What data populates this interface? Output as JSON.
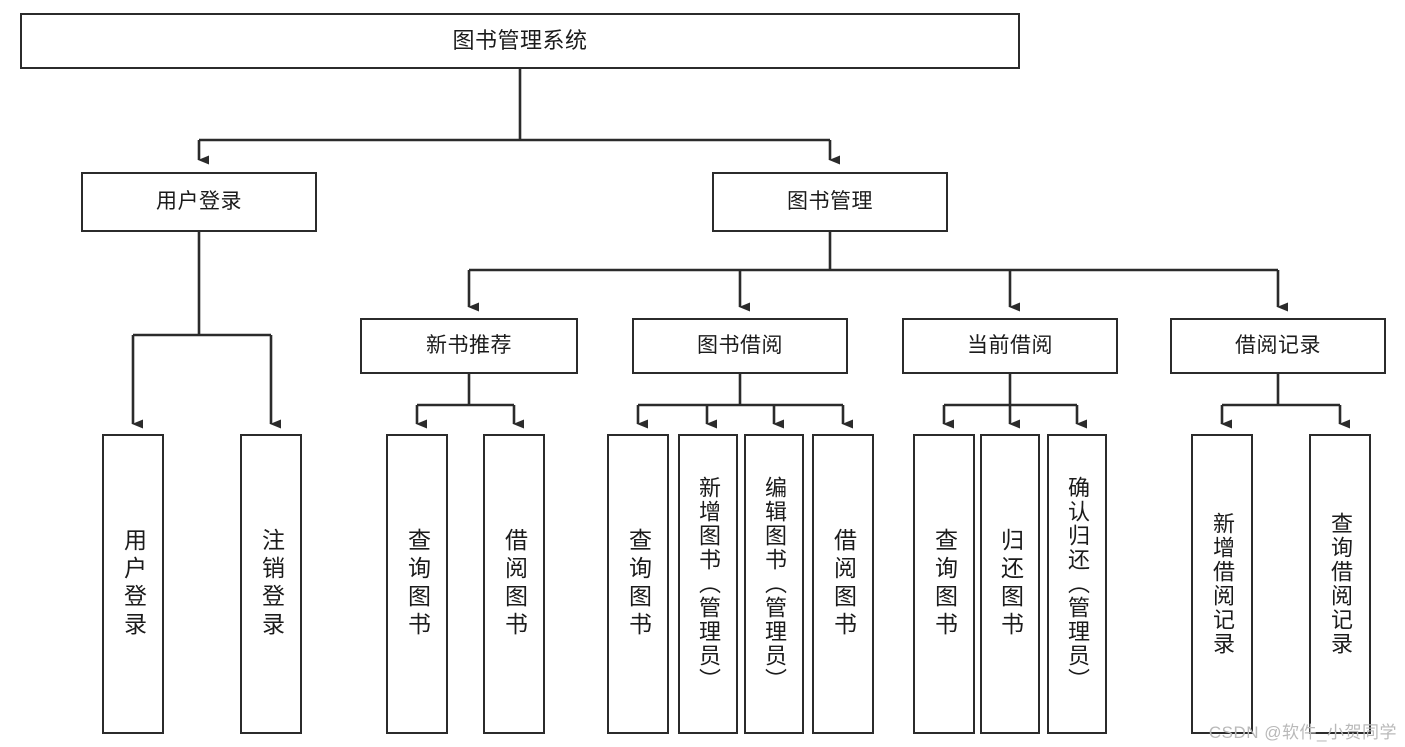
{
  "diagram": {
    "title": "图书管理系统",
    "type": "tree",
    "watermark": "CSDN @软件_小贺同学",
    "colors": {
      "background": "#ffffff",
      "box_border": "#2b2b2b",
      "box_fill": "#ffffff",
      "edge": "#2b2b2b",
      "text": "#1b1b1b",
      "watermark": "#b9b9b9"
    },
    "nodes": {
      "root": {
        "label": "图书管理系统"
      },
      "level1": [
        {
          "id": "user-login",
          "label": "用户登录"
        },
        {
          "id": "book-manage",
          "label": "图书管理"
        }
      ],
      "level2": [
        {
          "id": "new-book-rec",
          "label": "新书推荐"
        },
        {
          "id": "book-borrow",
          "label": "图书借阅"
        },
        {
          "id": "current-borrow",
          "label": "当前借阅"
        },
        {
          "id": "borrow-record",
          "label": "借阅记录"
        }
      ],
      "leaves": [
        {
          "id": "leaf-user-login",
          "label": "用户登录",
          "parent": "user-login"
        },
        {
          "id": "leaf-logout",
          "label": "注销登录",
          "parent": "user-login"
        },
        {
          "id": "leaf-query-book-1",
          "label": "查询图书",
          "parent": "new-book-rec"
        },
        {
          "id": "leaf-borrow-book-1",
          "label": "借阅图书",
          "parent": "new-book-rec"
        },
        {
          "id": "leaf-query-book-2",
          "label": "查询图书",
          "parent": "book-borrow"
        },
        {
          "id": "leaf-add-book",
          "label": "新增图书（管理员）",
          "parent": "book-borrow"
        },
        {
          "id": "leaf-edit-book",
          "label": "编辑图书（管理员）",
          "parent": "book-borrow"
        },
        {
          "id": "leaf-borrow-book-2",
          "label": "借阅图书",
          "parent": "book-borrow"
        },
        {
          "id": "leaf-query-book-3",
          "label": "查询图书",
          "parent": "current-borrow"
        },
        {
          "id": "leaf-return-book",
          "label": "归还图书",
          "parent": "current-borrow"
        },
        {
          "id": "leaf-confirm-return",
          "label": "确认归还（管理员）",
          "parent": "current-borrow"
        },
        {
          "id": "leaf-add-record",
          "label": "新增借阅记录",
          "parent": "borrow-record"
        },
        {
          "id": "leaf-query-record",
          "label": "查询借阅记录",
          "parent": "borrow-record"
        }
      ]
    }
  }
}
